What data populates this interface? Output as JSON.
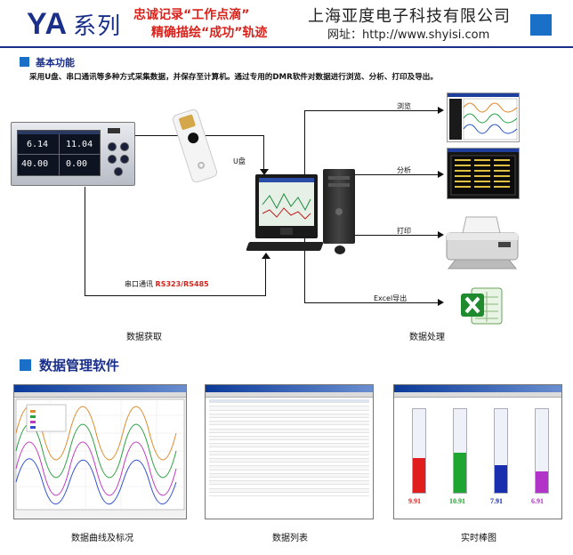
{
  "header": {
    "title": "YA",
    "title_sub": "系列",
    "slogan_line1": "忠诚记录“工作点滴”",
    "slogan_line2": "精确描绘“成功”轨迹",
    "company": "上海亚度电子科技有限公司",
    "website": "网址：http://www.shyisi.com"
  },
  "basic": {
    "title": "基本功能",
    "description": "采用U盘、串口通讯等多种方式采集数据，并保存至计算机。通过专用的DMR软件对数据进行浏览、分析、打印及导出。"
  },
  "diagram": {
    "usb_label": "U盘",
    "serial_label": "串口通讯",
    "serial_protocol": "RS323/RS485",
    "browse_label": "浏览",
    "analyze_label": "分析",
    "print_label": "打印",
    "excel_label": "Excel导出",
    "acquire_caption": "数据获取",
    "process_caption": "数据处理",
    "recorder_values": [
      "6.14",
      "11.04",
      "40.00",
      "0.00"
    ]
  },
  "software": {
    "title": "数据管理软件",
    "shot1_caption": "数据曲线及标况",
    "shot2_caption": "数据列表",
    "shot3_caption": "实时棒图",
    "bar_values": [
      "9.91",
      "10.91",
      "7.91",
      "6.91"
    ],
    "bar_levels": [
      0.42,
      0.48,
      0.33,
      0.26
    ],
    "bar_colors": [
      "#e01e1e",
      "#1fa531",
      "#1a2fb0",
      "#b233c8"
    ]
  }
}
